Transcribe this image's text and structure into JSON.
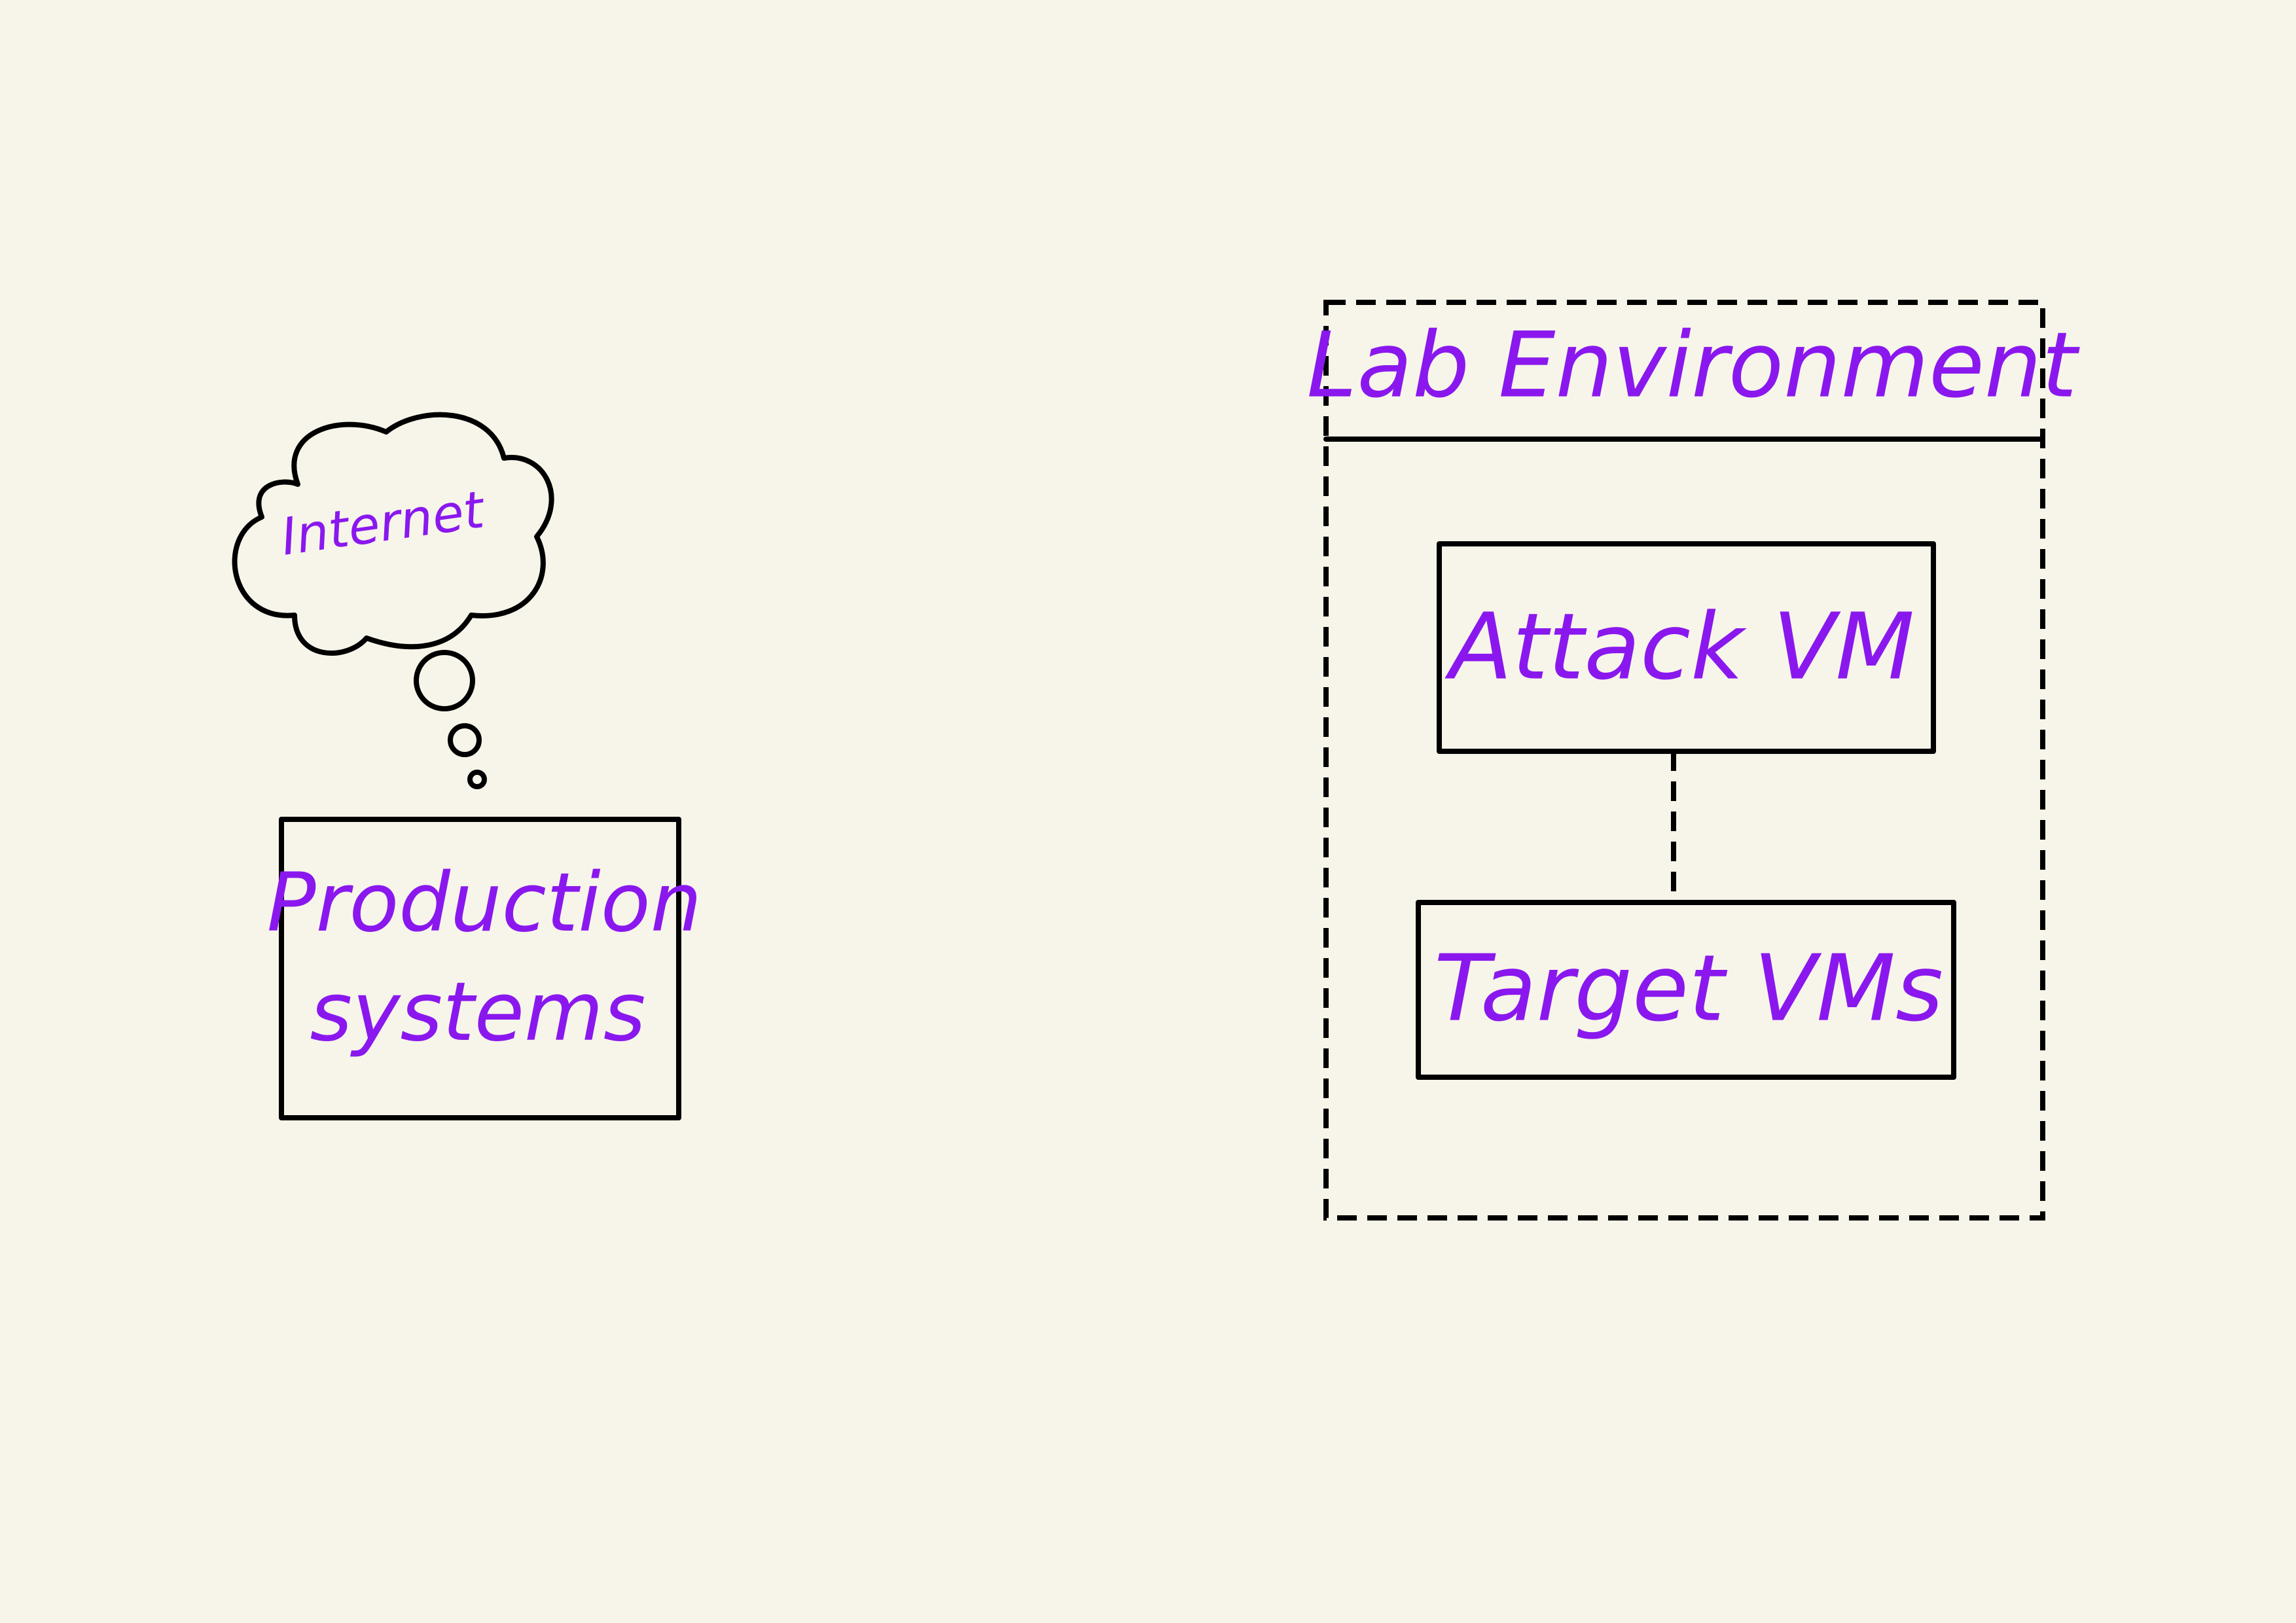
{
  "colors": {
    "background": "#f7f5e9",
    "label_text": "#8a18ee",
    "outline": "#000000"
  },
  "nodes": {
    "internet": {
      "label": "Internet",
      "shape": "thought-cloud"
    },
    "production": {
      "label_line1": "Production",
      "label_line2": "systems"
    },
    "lab": {
      "title": "Lab Environment"
    },
    "attack_vm": {
      "label": "Attack VM"
    },
    "target_vms": {
      "label": "Target VMs"
    }
  },
  "edges": [
    {
      "from": "Attack VM",
      "to": "Target VMs",
      "style": "dashed"
    }
  ]
}
